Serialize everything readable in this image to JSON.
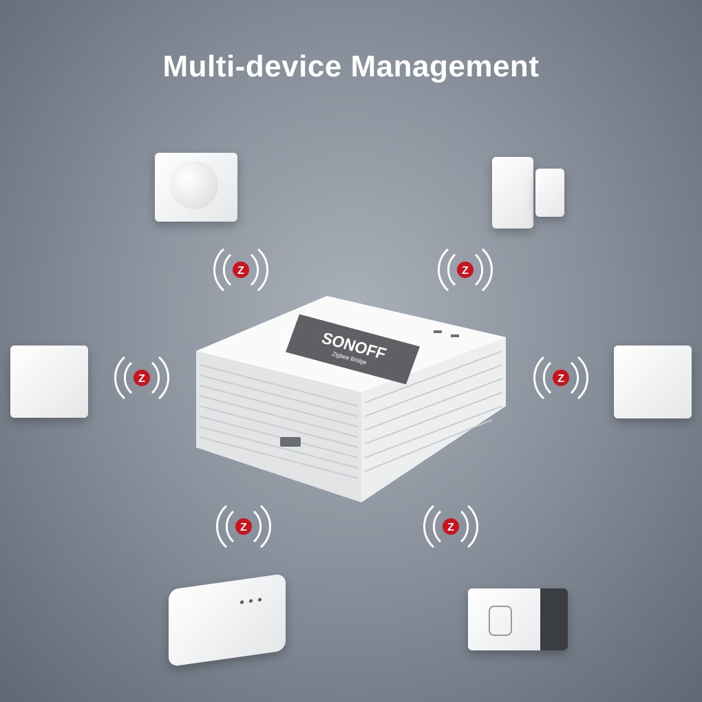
{
  "title": "Multi-device Management",
  "hub": {
    "brand": "SONOFF",
    "model": "Zigbee Bridge"
  },
  "devices": [
    "motion-sensor",
    "door-window-sensor",
    "wireless-switch",
    "temperature-humidity-sensor",
    "smart-relay",
    "smart-plug"
  ],
  "colors": {
    "zigbee_icon": "#c8141e",
    "background": "#8a929d",
    "title": "#ffffff"
  }
}
